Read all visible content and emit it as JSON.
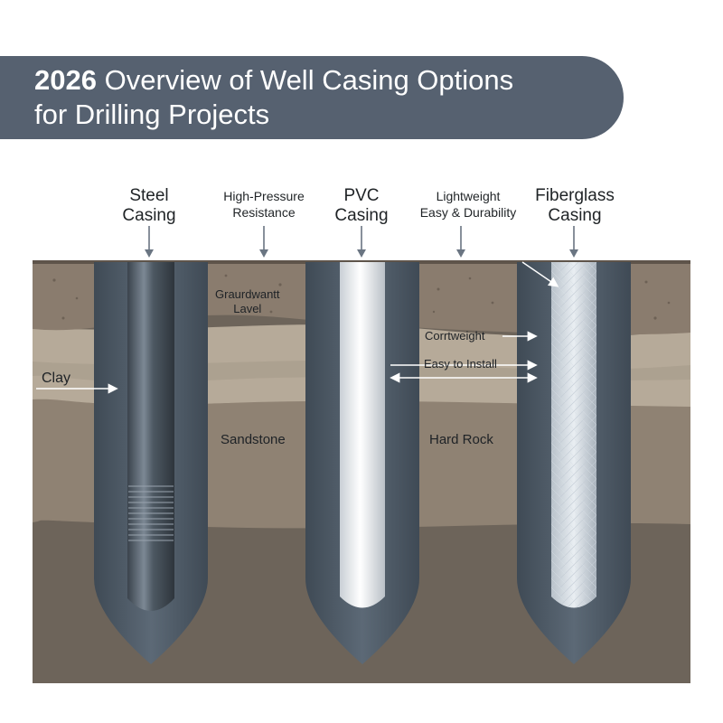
{
  "title": {
    "year": "2026",
    "text": "Overview of Well Casing Options\nfor Drilling Projects"
  },
  "callouts": {
    "steel": "Steel\nCasing",
    "high_pressure": "High-Pressure\nResistance",
    "pvc": "PVC\nCasing",
    "lightweight": "Lightweight\nEasy & Durability",
    "fiberglass": "Fiberglass\nCasing"
  },
  "strata": {
    "groundwater": "Graurdwantt\nLavel",
    "clay": "Clay",
    "sandstone": "Sandstone",
    "hard_rock": "Hard Rock"
  },
  "features": {
    "corrosion": "Corrtweight",
    "install": "Easy to Install"
  },
  "colors": {
    "banner": "#566170",
    "soil_top": "#8a7c6e",
    "sand_band": "#b6aa99",
    "rock": "#6d645a",
    "borehole": "#55626f",
    "arrow": "#6a7582"
  }
}
